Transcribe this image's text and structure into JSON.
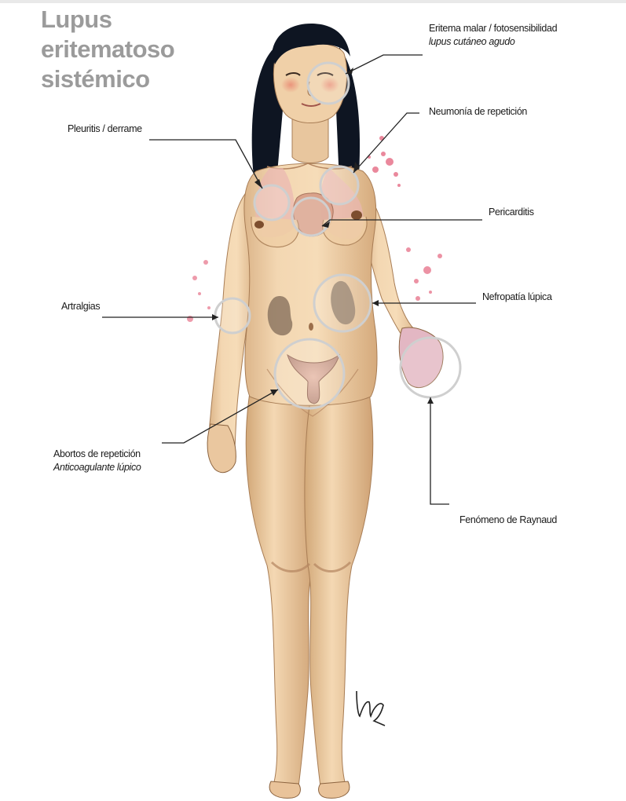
{
  "title": {
    "line1": "Lupus",
    "line2": "eritematoso",
    "line3": "sistémico"
  },
  "colors": {
    "title": "#9b9b9b",
    "skin": "#f1d1a9",
    "skin_shadow": "#c79a6c",
    "hair": "#0e1522",
    "leader_line": "#222222",
    "highlight_circle": "#cfcfcf",
    "rash": "#e04a68"
  },
  "labels": {
    "malar": {
      "main": "Eritema malar / fotosensibilidad",
      "sub": "lupus cutáneo agudo"
    },
    "neumonia": {
      "main": "Neumonía de repetición"
    },
    "pleuritis": {
      "main": "Pleuritis / derrame"
    },
    "pericarditis": {
      "main": "Pericarditis"
    },
    "artralgias": {
      "main": "Artralgias"
    },
    "nefropatia": {
      "main": "Nefropatía lúpica"
    },
    "abortos": {
      "main": "Abortos de repetición",
      "sub": "Anticoagulante lúpico"
    },
    "raynaud": {
      "main": "Fenómeno de Raynaud"
    }
  },
  "signature": "signature-mark"
}
